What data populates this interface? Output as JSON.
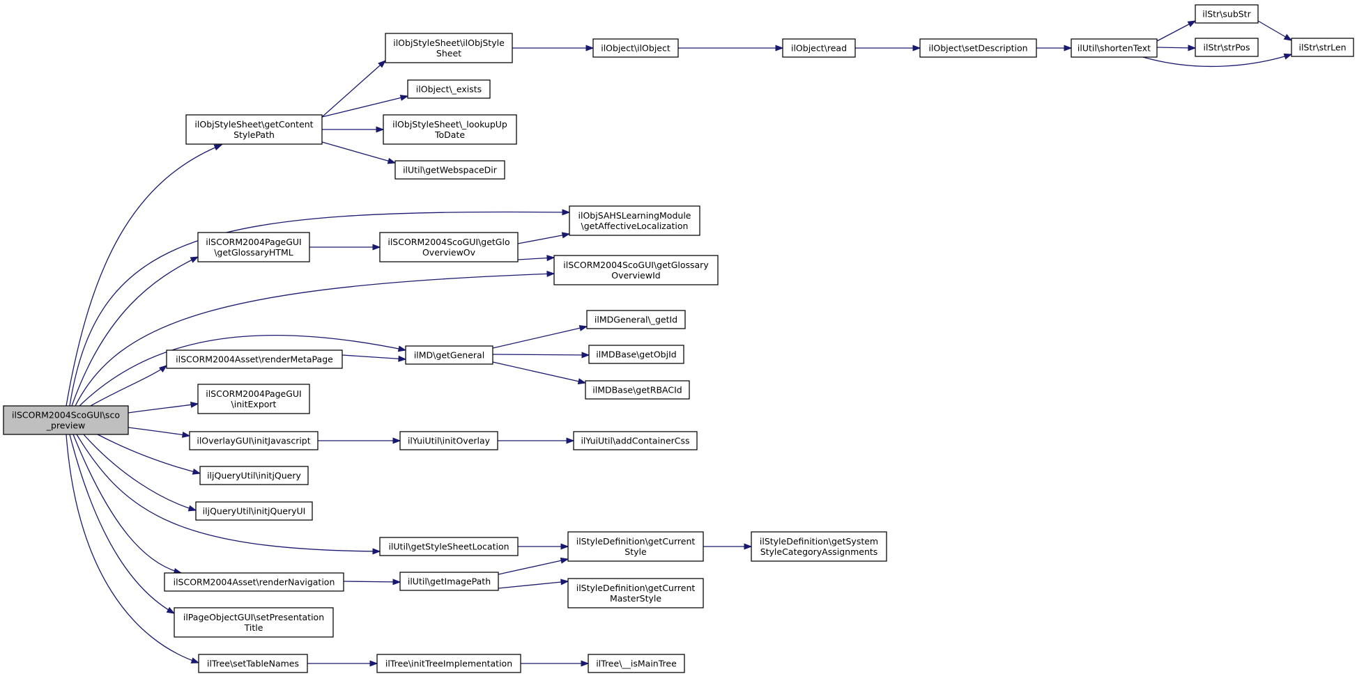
{
  "diagram": {
    "type": "call-graph",
    "edge_color": "#191970",
    "root_fill": "#bfbfbf",
    "node_fill": "#ffffff",
    "nodes": [
      {
        "id": "root",
        "lines": [
          "ilSCORM2004ScoGUI\\sco",
          "_preview"
        ],
        "root": true
      },
      {
        "id": "getContentStylePath",
        "lines": [
          "ilObjStyleSheet\\getContent",
          "StylePath"
        ]
      },
      {
        "id": "ilObjStyleSheet",
        "lines": [
          "ilObjStyleSheet\\ilObjStyle",
          "Sheet"
        ]
      },
      {
        "id": "ilObject",
        "lines": [
          "ilObject\\ilObject"
        ]
      },
      {
        "id": "read",
        "lines": [
          "ilObject\\read"
        ]
      },
      {
        "id": "setDescription",
        "lines": [
          "ilObject\\setDescription"
        ]
      },
      {
        "id": "shortenText",
        "lines": [
          "ilUtil\\shortenText"
        ]
      },
      {
        "id": "subStr",
        "lines": [
          "ilStr\\subStr"
        ]
      },
      {
        "id": "strPos",
        "lines": [
          "ilStr\\strPos"
        ]
      },
      {
        "id": "strLen",
        "lines": [
          "ilStr\\strLen"
        ]
      },
      {
        "id": "exists",
        "lines": [
          "ilObject\\_exists"
        ]
      },
      {
        "id": "lookupUpToDate",
        "lines": [
          "ilObjStyleSheet\\_lookupUp",
          "ToDate"
        ]
      },
      {
        "id": "getWebspaceDir",
        "lines": [
          "ilUtil\\getWebspaceDir"
        ]
      },
      {
        "id": "getAffectiveLocalization",
        "lines": [
          "ilObjSAHSLearningModule",
          "\\getAffectiveLocalization"
        ]
      },
      {
        "id": "getGlossaryHTML",
        "lines": [
          "ilSCORM2004PageGUI",
          "\\getGlossaryHTML"
        ]
      },
      {
        "id": "getGloOverviewOv",
        "lines": [
          "ilSCORM2004ScoGUI\\getGlo",
          "OverviewOv"
        ]
      },
      {
        "id": "getGlossaryOverviewId",
        "lines": [
          "ilSCORM2004ScoGUI\\getGlossary",
          "OverviewId"
        ]
      },
      {
        "id": "mdGetId",
        "lines": [
          "ilMDGeneral\\_getId"
        ]
      },
      {
        "id": "renderMetaPage",
        "lines": [
          "ilSCORM2004Asset\\renderMetaPage"
        ]
      },
      {
        "id": "getGeneral",
        "lines": [
          "ilMD\\getGeneral"
        ]
      },
      {
        "id": "getObjId",
        "lines": [
          "ilMDBase\\getObjId"
        ]
      },
      {
        "id": "getRBACId",
        "lines": [
          "ilMDBase\\getRBACId"
        ]
      },
      {
        "id": "initExport",
        "lines": [
          "ilSCORM2004PageGUI",
          "\\initExport"
        ]
      },
      {
        "id": "initJavascript",
        "lines": [
          "ilOverlayGUI\\initJavascript"
        ]
      },
      {
        "id": "initOverlay",
        "lines": [
          "ilYuiUtil\\initOverlay"
        ]
      },
      {
        "id": "addContainerCss",
        "lines": [
          "ilYuiUtil\\addContainerCss"
        ]
      },
      {
        "id": "initjQuery",
        "lines": [
          "iljQueryUtil\\initjQuery"
        ]
      },
      {
        "id": "initjQueryUI",
        "lines": [
          "iljQueryUtil\\initjQueryUI"
        ]
      },
      {
        "id": "getStyleSheetLocation",
        "lines": [
          "ilUtil\\getStyleSheetLocation"
        ]
      },
      {
        "id": "getCurrentStyle",
        "lines": [
          "ilStyleDefinition\\getCurrent",
          "Style"
        ]
      },
      {
        "id": "getSystemStyleCategoryAssignments",
        "lines": [
          "ilStyleDefinition\\getSystem",
          "StyleCategoryAssignments"
        ]
      },
      {
        "id": "renderNavigation",
        "lines": [
          "ilSCORM2004Asset\\renderNavigation"
        ]
      },
      {
        "id": "getImagePath",
        "lines": [
          "ilUtil\\getImagePath"
        ]
      },
      {
        "id": "getCurrentMasterStyle",
        "lines": [
          "ilStyleDefinition\\getCurrent",
          "MasterStyle"
        ]
      },
      {
        "id": "setPresentationTitle",
        "lines": [
          "ilPageObjectGUI\\setPresentation",
          "Title"
        ]
      },
      {
        "id": "setTableNames",
        "lines": [
          "ilTree\\setTableNames"
        ]
      },
      {
        "id": "initTreeImplementation",
        "lines": [
          "ilTree\\initTreeImplementation"
        ]
      },
      {
        "id": "isMainTree",
        "lines": [
          "ilTree\\__isMainTree"
        ]
      }
    ],
    "edges": [
      {
        "from": "root",
        "to": "getContentStylePath"
      },
      {
        "from": "root",
        "to": "getAffectiveLocalization"
      },
      {
        "from": "root",
        "to": "getGlossaryHTML"
      },
      {
        "from": "root",
        "to": "getGlossaryOverviewId"
      },
      {
        "from": "root",
        "to": "getGeneral"
      },
      {
        "from": "root",
        "to": "renderMetaPage"
      },
      {
        "from": "root",
        "to": "initExport"
      },
      {
        "from": "root",
        "to": "initJavascript"
      },
      {
        "from": "root",
        "to": "initjQuery"
      },
      {
        "from": "root",
        "to": "initjQueryUI"
      },
      {
        "from": "root",
        "to": "getStyleSheetLocation"
      },
      {
        "from": "root",
        "to": "renderNavigation"
      },
      {
        "from": "root",
        "to": "setPresentationTitle"
      },
      {
        "from": "root",
        "to": "setTableNames"
      },
      {
        "from": "getContentStylePath",
        "to": "ilObjStyleSheet"
      },
      {
        "from": "getContentStylePath",
        "to": "exists"
      },
      {
        "from": "getContentStylePath",
        "to": "lookupUpToDate"
      },
      {
        "from": "getContentStylePath",
        "to": "getWebspaceDir"
      },
      {
        "from": "ilObjStyleSheet",
        "to": "ilObject"
      },
      {
        "from": "ilObject",
        "to": "read"
      },
      {
        "from": "read",
        "to": "setDescription"
      },
      {
        "from": "setDescription",
        "to": "shortenText"
      },
      {
        "from": "shortenText",
        "to": "subStr"
      },
      {
        "from": "shortenText",
        "to": "strPos"
      },
      {
        "from": "shortenText",
        "to": "strLen"
      },
      {
        "from": "subStr",
        "to": "strLen"
      },
      {
        "from": "getGlossaryHTML",
        "to": "getGloOverviewOv"
      },
      {
        "from": "getGloOverviewOv",
        "to": "getAffectiveLocalization"
      },
      {
        "from": "getGloOverviewOv",
        "to": "getGlossaryOverviewId"
      },
      {
        "from": "renderMetaPage",
        "to": "getGeneral"
      },
      {
        "from": "getGeneral",
        "to": "mdGetId"
      },
      {
        "from": "getGeneral",
        "to": "getObjId"
      },
      {
        "from": "getGeneral",
        "to": "getRBACId"
      },
      {
        "from": "initJavascript",
        "to": "initOverlay"
      },
      {
        "from": "initOverlay",
        "to": "addContainerCss"
      },
      {
        "from": "getStyleSheetLocation",
        "to": "getCurrentStyle"
      },
      {
        "from": "getCurrentStyle",
        "to": "getSystemStyleCategoryAssignments"
      },
      {
        "from": "renderNavigation",
        "to": "getImagePath"
      },
      {
        "from": "getImagePath",
        "to": "getCurrentStyle"
      },
      {
        "from": "getImagePath",
        "to": "getCurrentMasterStyle"
      },
      {
        "from": "setTableNames",
        "to": "initTreeImplementation"
      },
      {
        "from": "initTreeImplementation",
        "to": "isMainTree"
      }
    ]
  }
}
